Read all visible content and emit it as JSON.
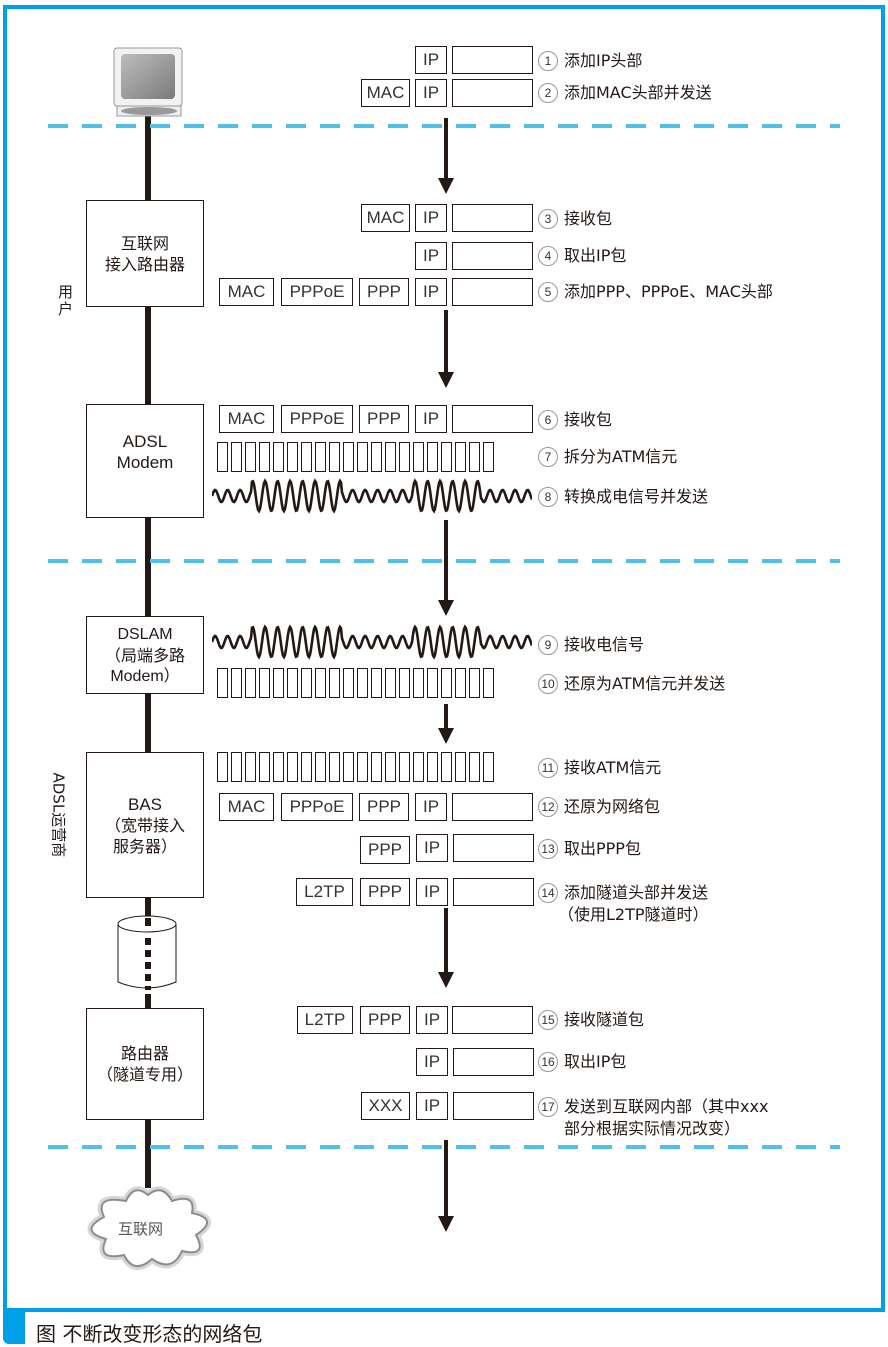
{
  "figure": {
    "caption": "图 不断改变形态的网络包",
    "accent_color": "#00a0e9",
    "dash_color": "#4fc1e9"
  },
  "zones": {
    "user_label": "用户",
    "isp_label": "ADSL运营商"
  },
  "nodes": {
    "computer": {
      "icon": "computer-icon"
    },
    "router": {
      "line1": "互联网",
      "line2": "接入路由器"
    },
    "modem": {
      "line1": "ADSL",
      "line2": "Modem"
    },
    "dslam": {
      "line1": "DSLAM",
      "line2": "（局端多路",
      "line3": "Modem）"
    },
    "bas": {
      "line1": "BAS",
      "line2": "（宽带接入",
      "line3": "服务器）"
    },
    "tunnel": {
      "icon": "tunnel-icon"
    },
    "tunnel_router": {
      "line1": "路由器",
      "line2": "（隧道专用）"
    },
    "internet": {
      "label": "互联网",
      "icon": "cloud-icon"
    }
  },
  "headers": {
    "ip": "IP",
    "mac": "MAC",
    "pppoe": "PPPoE",
    "ppp": "PPP",
    "l2tp": "L2TP",
    "xxx": "XXX"
  },
  "atm_cell_count": 20,
  "steps": [
    {
      "num": "1",
      "text": "添加IP头部"
    },
    {
      "num": "2",
      "text": "添加MAC头部并发送"
    },
    {
      "num": "3",
      "text": "接收包"
    },
    {
      "num": "4",
      "text": "取出IP包"
    },
    {
      "num": "5",
      "text": "添加PPP、PPPoE、MAC头部"
    },
    {
      "num": "6",
      "text": "接收包"
    },
    {
      "num": "7",
      "text": "拆分为ATM信元"
    },
    {
      "num": "8",
      "text": "转换成电信号并发送"
    },
    {
      "num": "9",
      "text": "接收电信号"
    },
    {
      "num": "10",
      "text": "还原为ATM信元并发送"
    },
    {
      "num": "11",
      "text": "接收ATM信元"
    },
    {
      "num": "12",
      "text": "还原为网络包"
    },
    {
      "num": "13",
      "text": "取出PPP包"
    },
    {
      "num": "14",
      "text": "添加隧道头部并发送",
      "text2": "（使用L2TP隧道时）"
    },
    {
      "num": "15",
      "text": "接收隧道包"
    },
    {
      "num": "16",
      "text": "取出IP包"
    },
    {
      "num": "17",
      "text": "发送到互联网内部（其中xxx",
      "text2": "部分根据实际情况改变）"
    }
  ]
}
